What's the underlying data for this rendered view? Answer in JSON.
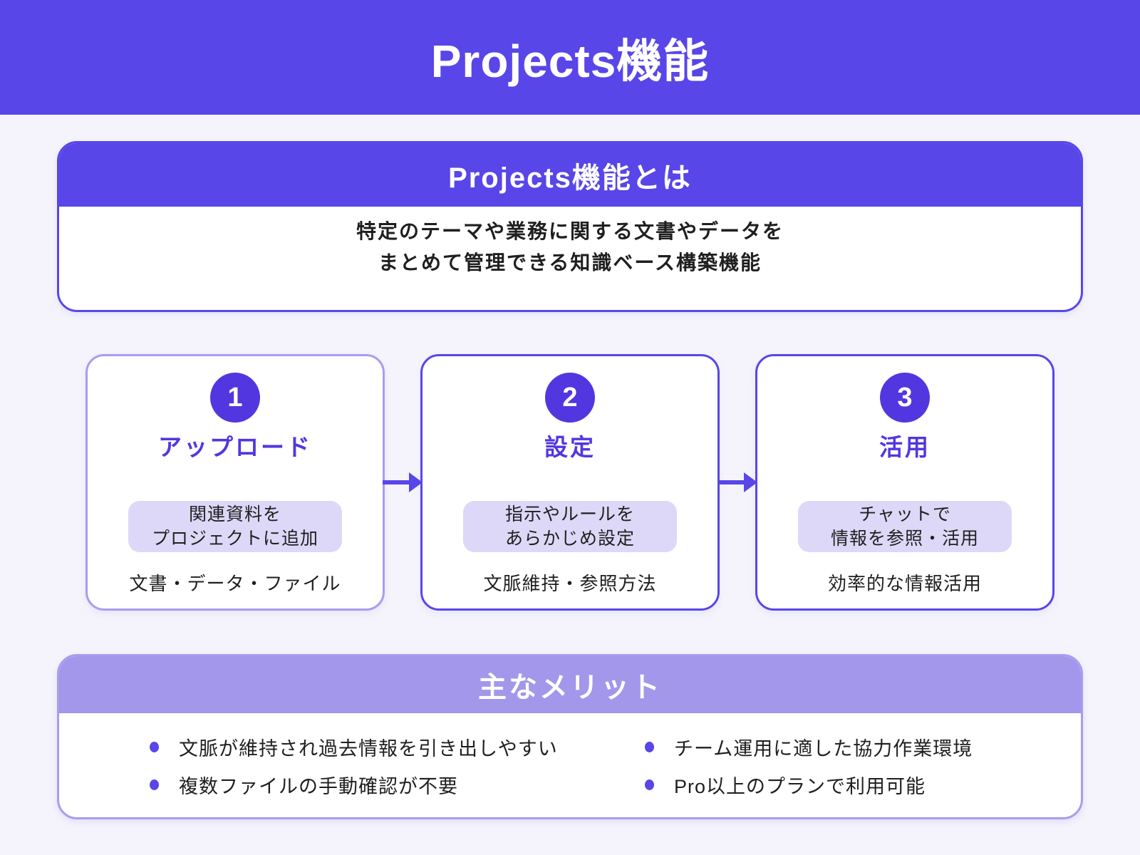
{
  "colors": {
    "primary": "#5846e8",
    "circle": "#5237e0",
    "light_border": "#a89cf0",
    "pill_bg": "#ddd8f8",
    "benefits_header_bg": "#a297ea",
    "page_bg": "#f5f4fc",
    "text": "#1f1f1f"
  },
  "icons": {
    "arrow": "arrow-right-icon",
    "bullet": "bullet-dot-icon"
  },
  "banner": {
    "title": "Projects機能"
  },
  "intro": {
    "title": "Projects機能とは",
    "lines": [
      "特定のテーマや業務に関する文書やデータを",
      "まとめて管理できる知識ベース構築機能"
    ]
  },
  "steps": [
    {
      "number": "1",
      "title": "アップロード",
      "pill_lines": [
        "関連資料を",
        "プロジェクトに追加"
      ],
      "caption": "文書・データ・ファイル"
    },
    {
      "number": "2",
      "title": "設定",
      "pill_lines": [
        "指示やルールを",
        "あらかじめ設定"
      ],
      "caption": "文脈維持・参照方法"
    },
    {
      "number": "3",
      "title": "活用",
      "pill_lines": [
        "チャットで",
        "情報を参照・活用"
      ],
      "caption": "効率的な情報活用"
    }
  ],
  "benefits": {
    "title": "主なメリット",
    "items": [
      "文脈が維持され過去情報を引き出しやすい",
      "複数ファイルの手動確認が不要",
      "チーム運用に適した協力作業環境",
      "Pro以上のプランで利用可能"
    ]
  }
}
